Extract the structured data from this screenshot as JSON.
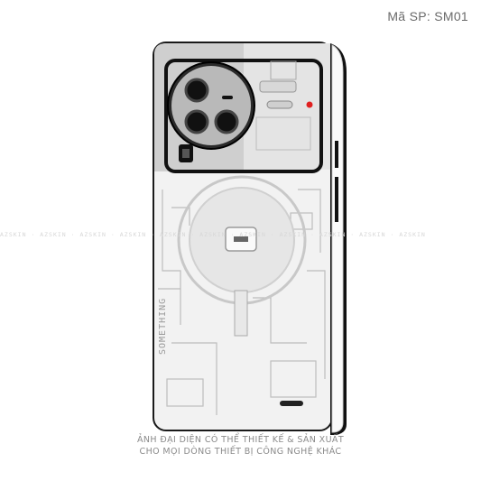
{
  "product_code": "Mã SP: SM01",
  "back_engraving": "SOMETHING",
  "watermark_text": "AZSKIN",
  "caption_line1": "ẢNH ĐẠI DIỆN CÓ THỂ THIẾT KẾ & SẢN XUẤT",
  "caption_line2": "CHO MỌI DÒNG THIẾT BỊ CÔNG NGHỆ KHÁC",
  "colors": {
    "body": "#f1f1f1",
    "outline": "#1a1a1a",
    "trace": "#bdbdbd",
    "accent": "#e02020"
  }
}
